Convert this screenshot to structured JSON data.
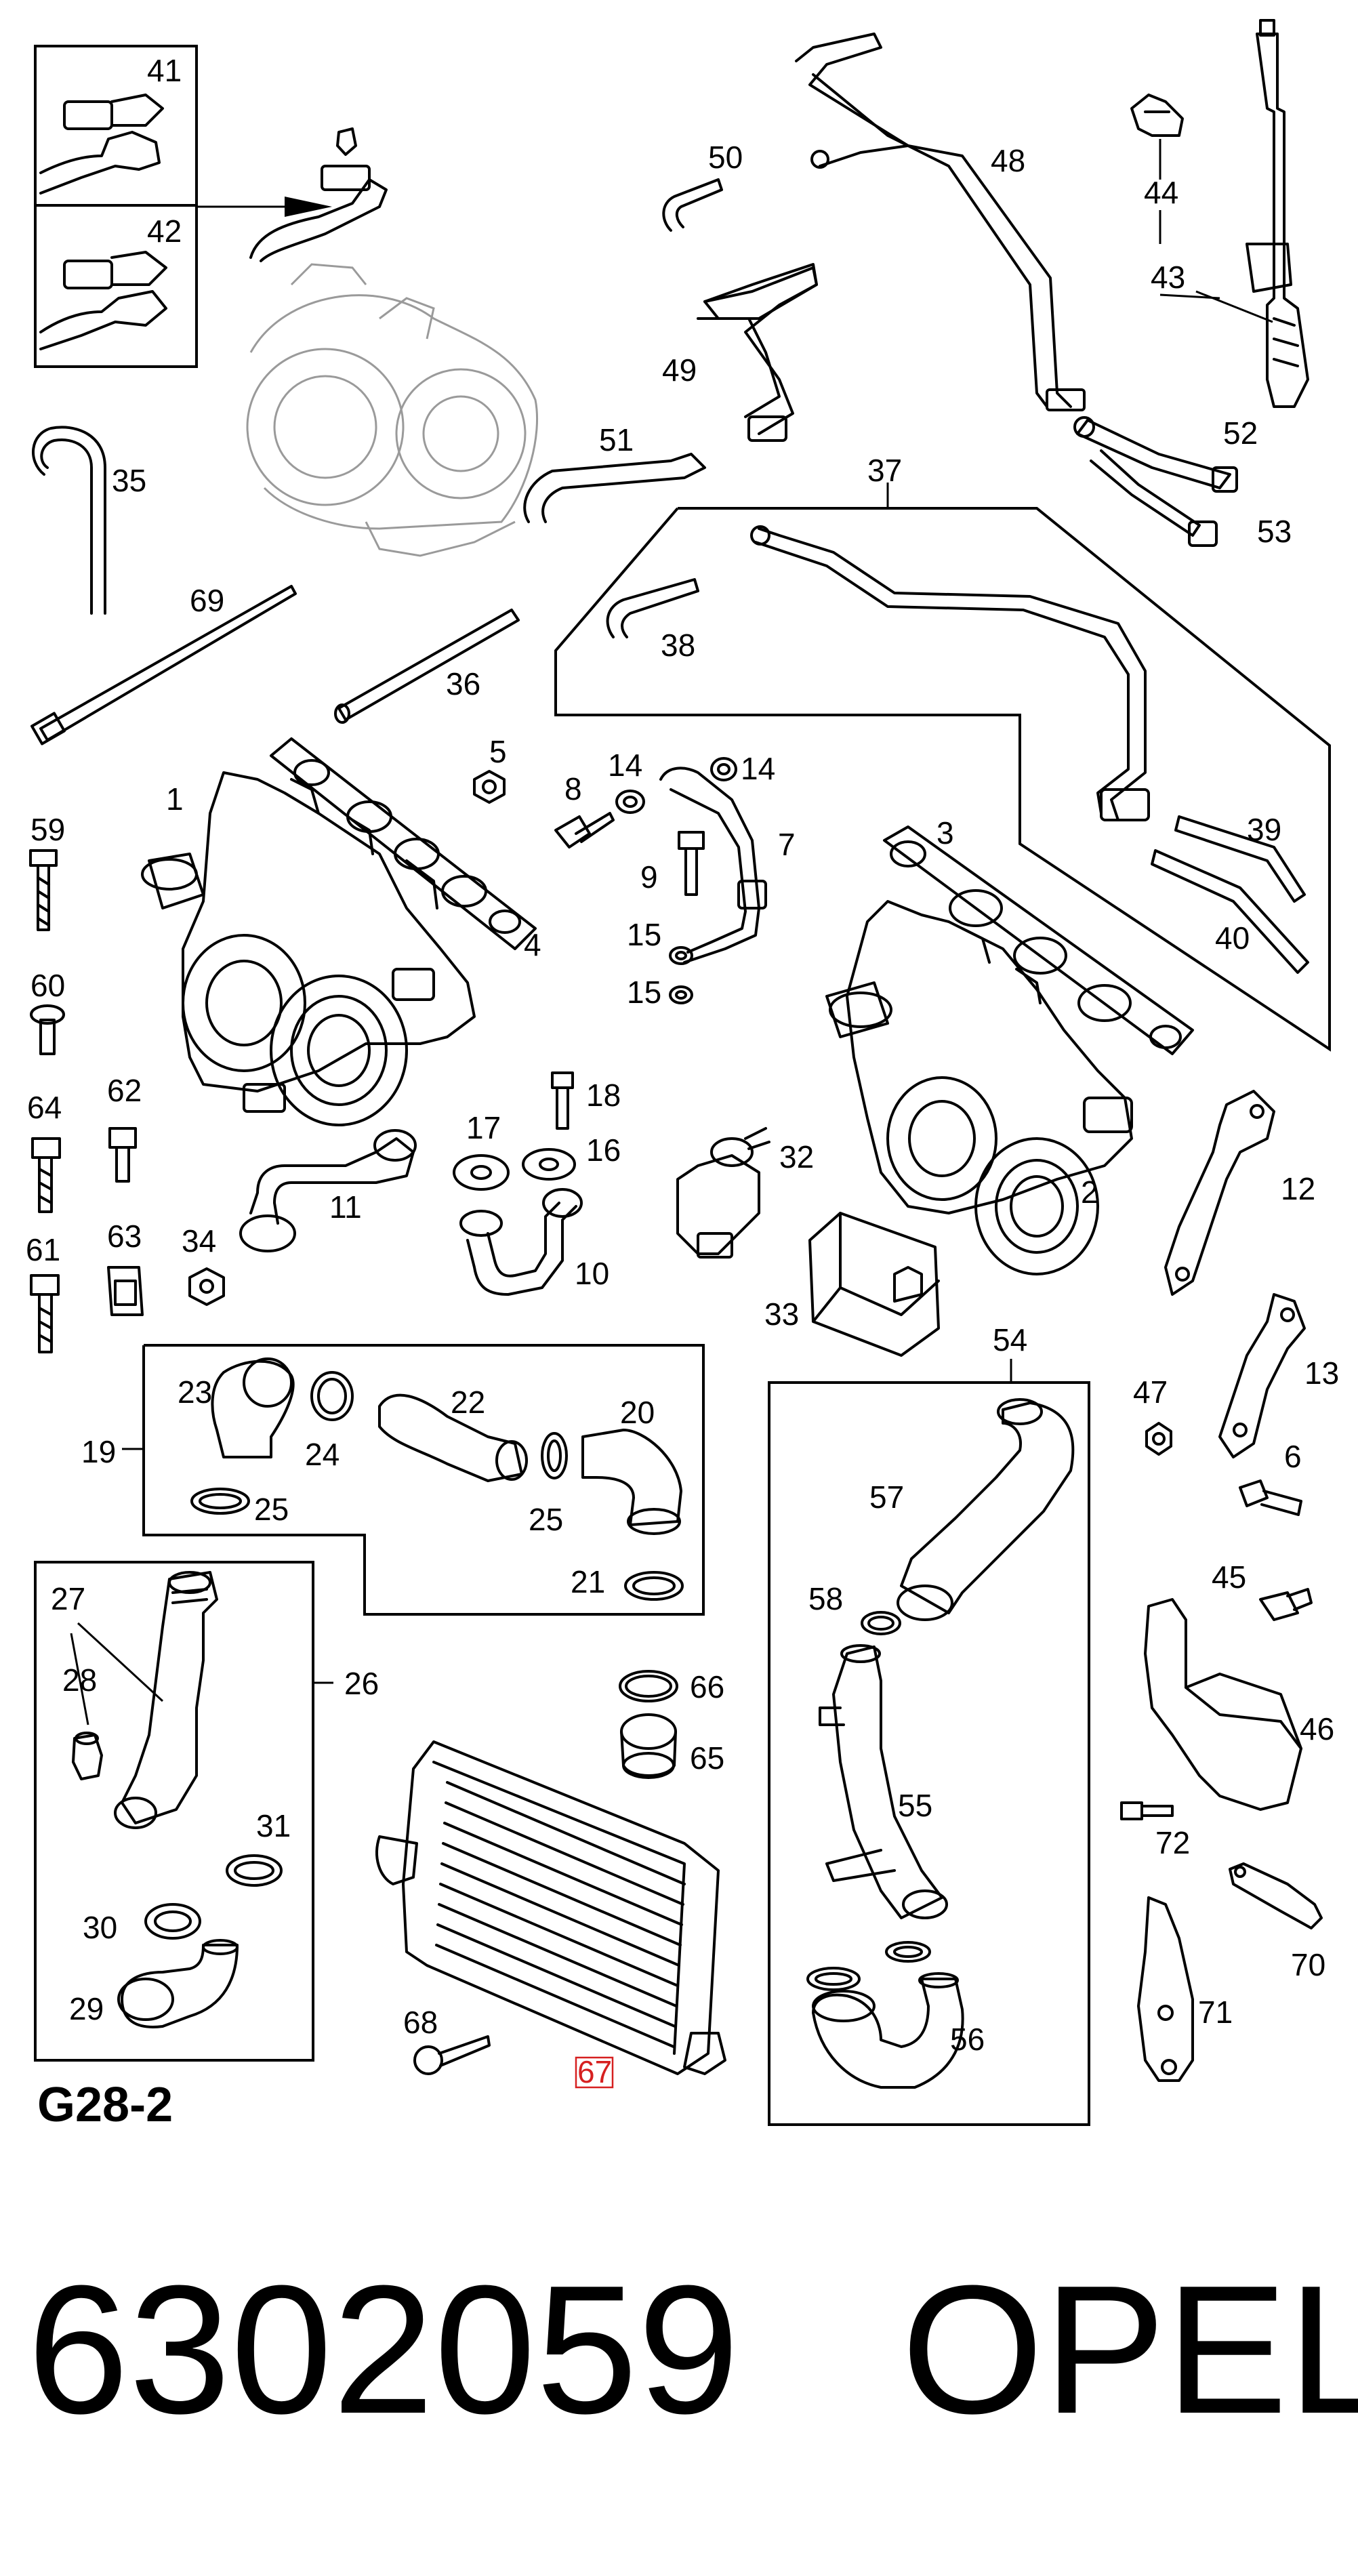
{
  "diagram": {
    "section_code": "G28-2",
    "part_number": "6302059",
    "brand": "OPEL",
    "highlighted_callout": "67",
    "callouts": {
      "c1": "1",
      "c2": "2",
      "c3": "3",
      "c4": "4",
      "c5": "5",
      "c6": "6",
      "c7": "7",
      "c8": "8",
      "c9": "9",
      "c10": "10",
      "c11": "11",
      "c12": "12",
      "c13": "13",
      "c14a": "14",
      "c14b": "14",
      "c15a": "15",
      "c15b": "15",
      "c16": "16",
      "c17": "17",
      "c18": "18",
      "c19": "19",
      "c20": "20",
      "c21": "21",
      "c22": "22",
      "c23": "23",
      "c24": "24",
      "c25a": "25",
      "c25b": "25",
      "c26": "26",
      "c27": "27",
      "c28": "28",
      "c29": "29",
      "c30": "30",
      "c31": "31",
      "c32": "32",
      "c33": "33",
      "c34": "34",
      "c35": "35",
      "c36": "36",
      "c37": "37",
      "c38": "38",
      "c39": "39",
      "c40": "40",
      "c41": "41",
      "c42": "42",
      "c43": "43",
      "c44": "44",
      "c45": "45",
      "c46": "46",
      "c47": "47",
      "c48": "48",
      "c49": "49",
      "c50": "50",
      "c51": "51",
      "c52": "52",
      "c53": "53",
      "c54": "54",
      "c55": "55",
      "c56": "56",
      "c57": "57",
      "c58": "58",
      "c59": "59",
      "c60": "60",
      "c61": "61",
      "c62": "62",
      "c63": "63",
      "c64": "64",
      "c65": "65",
      "c66": "66",
      "c67": "67",
      "c68": "68",
      "c69": "69",
      "c70": "70",
      "c71": "71",
      "c72": "72"
    }
  }
}
